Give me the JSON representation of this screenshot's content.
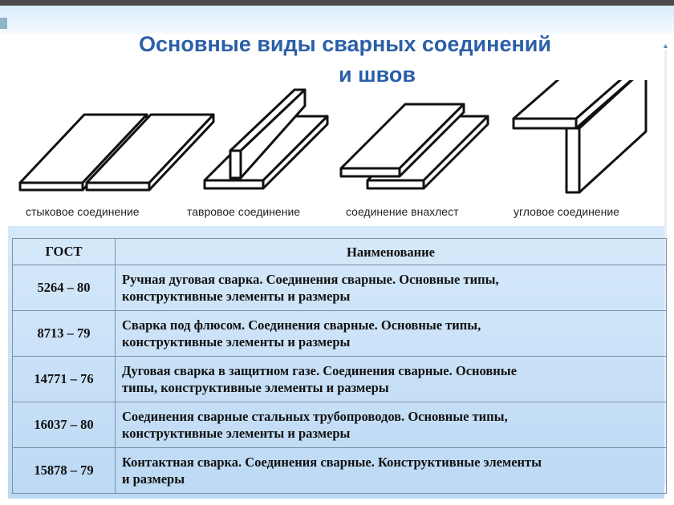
{
  "title": {
    "line1": "Основные виды сварных соединений",
    "line2": "и швов"
  },
  "captions": [
    "стыковое соединение",
    "тавровое соединение",
    "соединение внахлест",
    "угловое соединение"
  ],
  "table": {
    "headers": [
      "ГОСТ",
      "Наименование"
    ],
    "rows": [
      {
        "gost": "5264 – 80",
        "name_l1": "Ручная дуговая сварка. Соединения сварные. Основные типы,",
        "name_l2": "конструктивные элементы и размеры"
      },
      {
        "gost": "8713 – 79",
        "name_l1": "Сварка под флюсом. Соединения сварные. Основные типы,",
        "name_l2": "конструктивные элементы и размеры"
      },
      {
        "gost": "14771 – 76",
        "name_l1": "Дуговая сварка в защитном газе. Соединения сварные. Основные",
        "name_l2": "типы, конструктивные элементы и размеры"
      },
      {
        "gost": "16037 – 80",
        "name_l1": "Соединения сварные стальных трубопроводов. Основные типы,",
        "name_l2": "конструктивные элементы и размеры"
      },
      {
        "gost": "15878 – 79",
        "name_l1": "Контактная сварка. Соединения сварные. Конструктивные элементы",
        "name_l2": "и размеры"
      }
    ]
  },
  "colors": {
    "title": "#2b5fa8",
    "panel": "#cfe4f8",
    "border": "#7d90a6"
  }
}
